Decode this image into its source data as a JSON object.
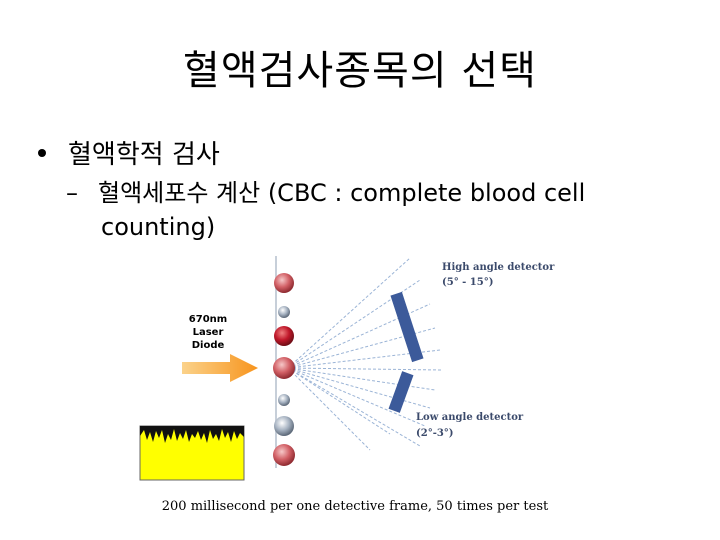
{
  "slide": {
    "title": "혈액검사종목의 선택",
    "bullet": "혈액학적 검사",
    "sub_dash": "–",
    "sub_line1": "혈액세포수 계산 (CBC : complete blood cell",
    "sub_line2": "counting)"
  },
  "figure": {
    "laser_line1": "670nm",
    "laser_line2": "Laser",
    "laser_line3": "Diode",
    "high_label": "High angle detector",
    "high_range": "(5° - 15°)",
    "low_label": "Low angle detector",
    "low_range": "(2°-3°)",
    "caption": "200 millisecond per one detective frame, 50 times per test",
    "colors": {
      "arrow": "#f7941d",
      "histogram_fill": "#ffff00",
      "detector": "#3c5a9a",
      "scatter_lines": "#9bb4d6",
      "red_cell": "#c8434a",
      "gray_cell": "#a7b3c2"
    }
  }
}
